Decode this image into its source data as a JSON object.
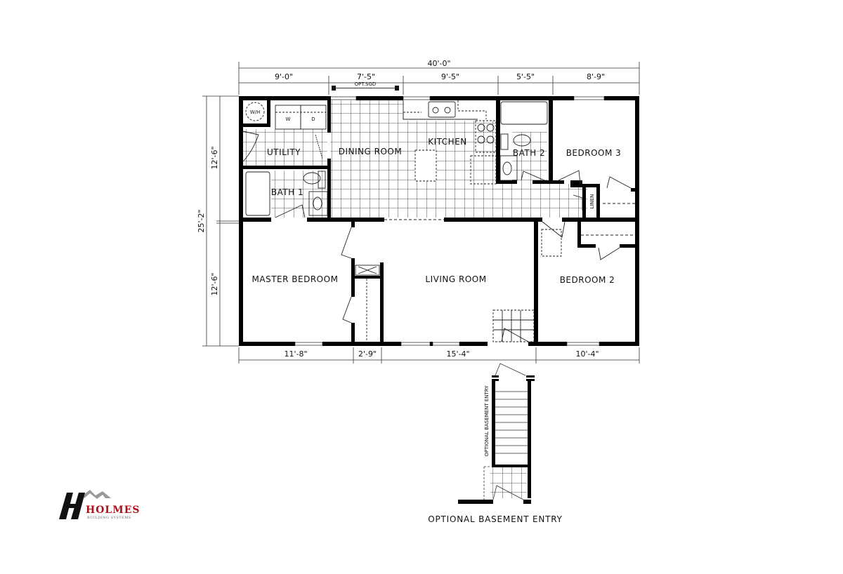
{
  "plan": {
    "overall_width": "40'-0\"",
    "overall_depth": "25'-2\"",
    "top_dimensions": [
      "9'-0\"",
      "7'-5\"",
      "9'-5\"",
      "5'-5\"",
      "8'-9\""
    ],
    "bottom_dimensions": [
      "11'-8\"",
      "2'-9\"",
      "15'-4\"",
      "10'-4\""
    ],
    "side_dimensions": [
      "12'-6\"",
      "12'-6\""
    ],
    "sliding_door_label": "OPT.SGD"
  },
  "rooms": {
    "utility": "UTILITY",
    "dining": "DINING ROOM",
    "kitchen": "KITCHEN",
    "bath2": "BATH 2",
    "bedroom3": "BEDROOM 3",
    "bath1": "BATH 1",
    "master": "MASTER BEDROOM",
    "living": "LIVING ROOM",
    "bedroom2": "BEDROOM 2"
  },
  "fixtures": {
    "water_heater": "W/H",
    "washer": "W",
    "dryer": "D",
    "linen": "LINEN"
  },
  "basement": {
    "side_label": "OPTIONAL BASEMENT ENTRY",
    "caption": "OPTIONAL BASEMENT ENTRY"
  },
  "logo": {
    "brand": "HOLMES",
    "tagline": "BUILDING SYSTEMS",
    "brand_color": "#b0121b"
  }
}
